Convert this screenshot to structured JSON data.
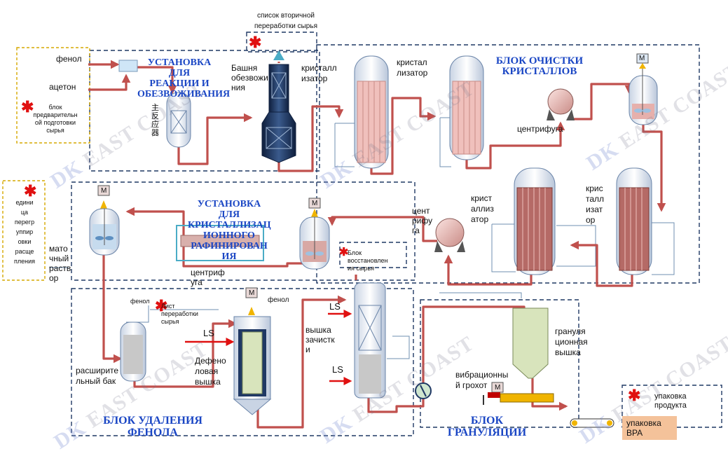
{
  "blocks": {
    "reaction": [
      "УСТАНОВКА ДЛЯ",
      "РЕАКЦИИ И",
      "ОБЕЗВОЖИВАНИЯ"
    ],
    "purification": [
      "БЛОК ОЧИСТКИ",
      "КРИСТАЛЛОВ"
    ],
    "ionic": [
      "УСТАНОВКА",
      "ДЛЯ",
      "КРИСТАЛЛИЗАЦ",
      "ИОННОГО",
      "РАФИНИРОВАН",
      "ИЯ"
    ],
    "phenol_removal": [
      "БЛОК УДАЛЕНИЯ",
      "ФЕНОЛА"
    ],
    "granulation": [
      "БЛОК",
      "ГРАНУЛЯЦИИ"
    ]
  },
  "labels": {
    "phenol": "фенол",
    "acetone": "ацетон",
    "pretreatment": [
      "блок",
      "предварительн",
      "ой подготовки",
      "сырья"
    ],
    "secondary_top": [
      "список вторичной",
      "переработки сырья"
    ],
    "dehydration_tower": [
      "Башня",
      "обезвожи",
      "ния"
    ],
    "reactor_label": "主反应器",
    "crystallizer1": [
      "кристалл",
      "изатор"
    ],
    "crystallizer2": [
      "кристал",
      "лизатор"
    ],
    "centrifuge_top": "центрифуга",
    "crystallizer3": [
      "крист",
      "аллиз",
      "атор"
    ],
    "crystallizer4": [
      "крис",
      "талл",
      "изат",
      "ор"
    ],
    "centrifuge_mid": [
      "цент",
      "рифу",
      "га"
    ],
    "left_unit": [
      "едини",
      "ца",
      "перегр",
      "уппир",
      "овки",
      "расще",
      "пления"
    ],
    "mother_liquor": [
      "мато",
      "чный",
      "раств",
      "ор"
    ],
    "centrifuge_left": [
      "центриф",
      "уга"
    ],
    "recovery_block": [
      "Блок",
      "восстановлен",
      "ия сырья"
    ],
    "phenol_small": "фенол",
    "secondary_small": [
      "Лист",
      "переработки",
      "сырья"
    ],
    "phenol_right": "фенол",
    "expansion_tank": [
      "расширите",
      "льный бак"
    ],
    "dephenol_tower": [
      "Дефено",
      "ловая",
      "вышка"
    ],
    "stripping_tower": [
      "вышка",
      "зачистк",
      "и"
    ],
    "granulation_tower": [
      "грануля",
      "ционная",
      "вышка"
    ],
    "vibrating_screen": [
      "вибрационны",
      "й грохот"
    ],
    "packing_product": [
      "упаковка",
      "продукта"
    ],
    "packing_bpa": [
      "упаковка",
      "BPA"
    ],
    "ls": "LS",
    "motor": "M"
  },
  "watermark": "EAST COAST",
  "watermark_logo": "DK",
  "colors": {
    "pipe": "#c0504d",
    "blue_title": "#1a46c4",
    "dash_box": "#1f3864",
    "vessel_fill": "#e8b4b0",
    "tower_dark": "#1f3864",
    "granulator": "#d8e4bc",
    "pack": "#f4c29a"
  }
}
